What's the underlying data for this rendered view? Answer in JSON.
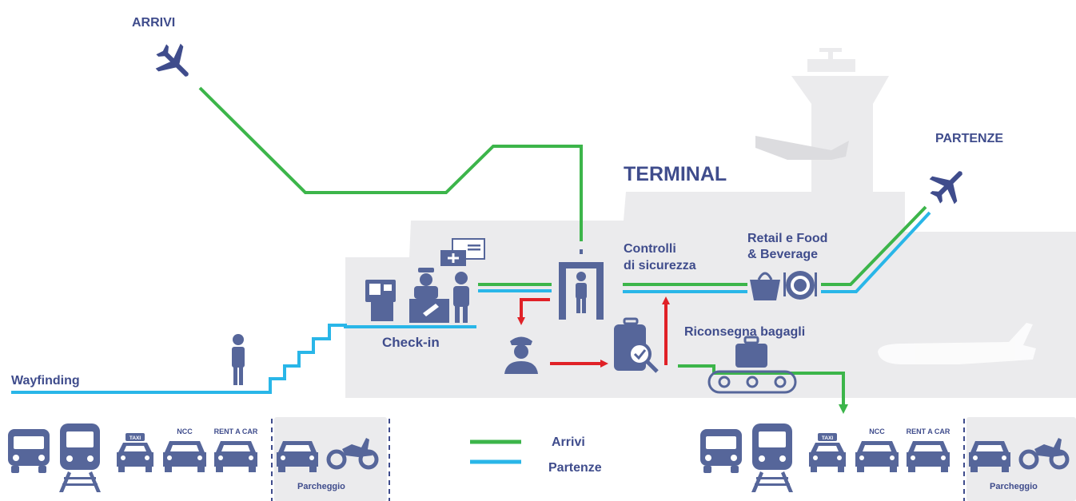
{
  "labels": {
    "arrivi": "ARRIVI",
    "partenze": "PARTENZE",
    "terminal": "TERMINAL",
    "wayfinding": "Wayfinding",
    "checkin": "Check-in",
    "controlli_1": "Controlli",
    "controlli_2": "di sicurezza",
    "retail_1": "Retail e Food",
    "retail_2": "& Beverage",
    "riconsegna": "Riconsegna bagagli"
  },
  "legend": [
    {
      "label": "Arrivi",
      "color": "#3cb54a"
    },
    {
      "label": "Partenze",
      "color": "#29b6e8"
    }
  ],
  "transport": {
    "taxi": "TAXI",
    "ncc": "NCC",
    "rent": "RENT A CAR",
    "parking": "Parcheggio"
  },
  "colors": {
    "arrivals_line": "#3cb54a",
    "departures_line": "#29b6e8",
    "control_flow": "#e02127",
    "icon": "#56669a",
    "text": "#3f4c8c",
    "terminal_bg": "#ebebed"
  }
}
